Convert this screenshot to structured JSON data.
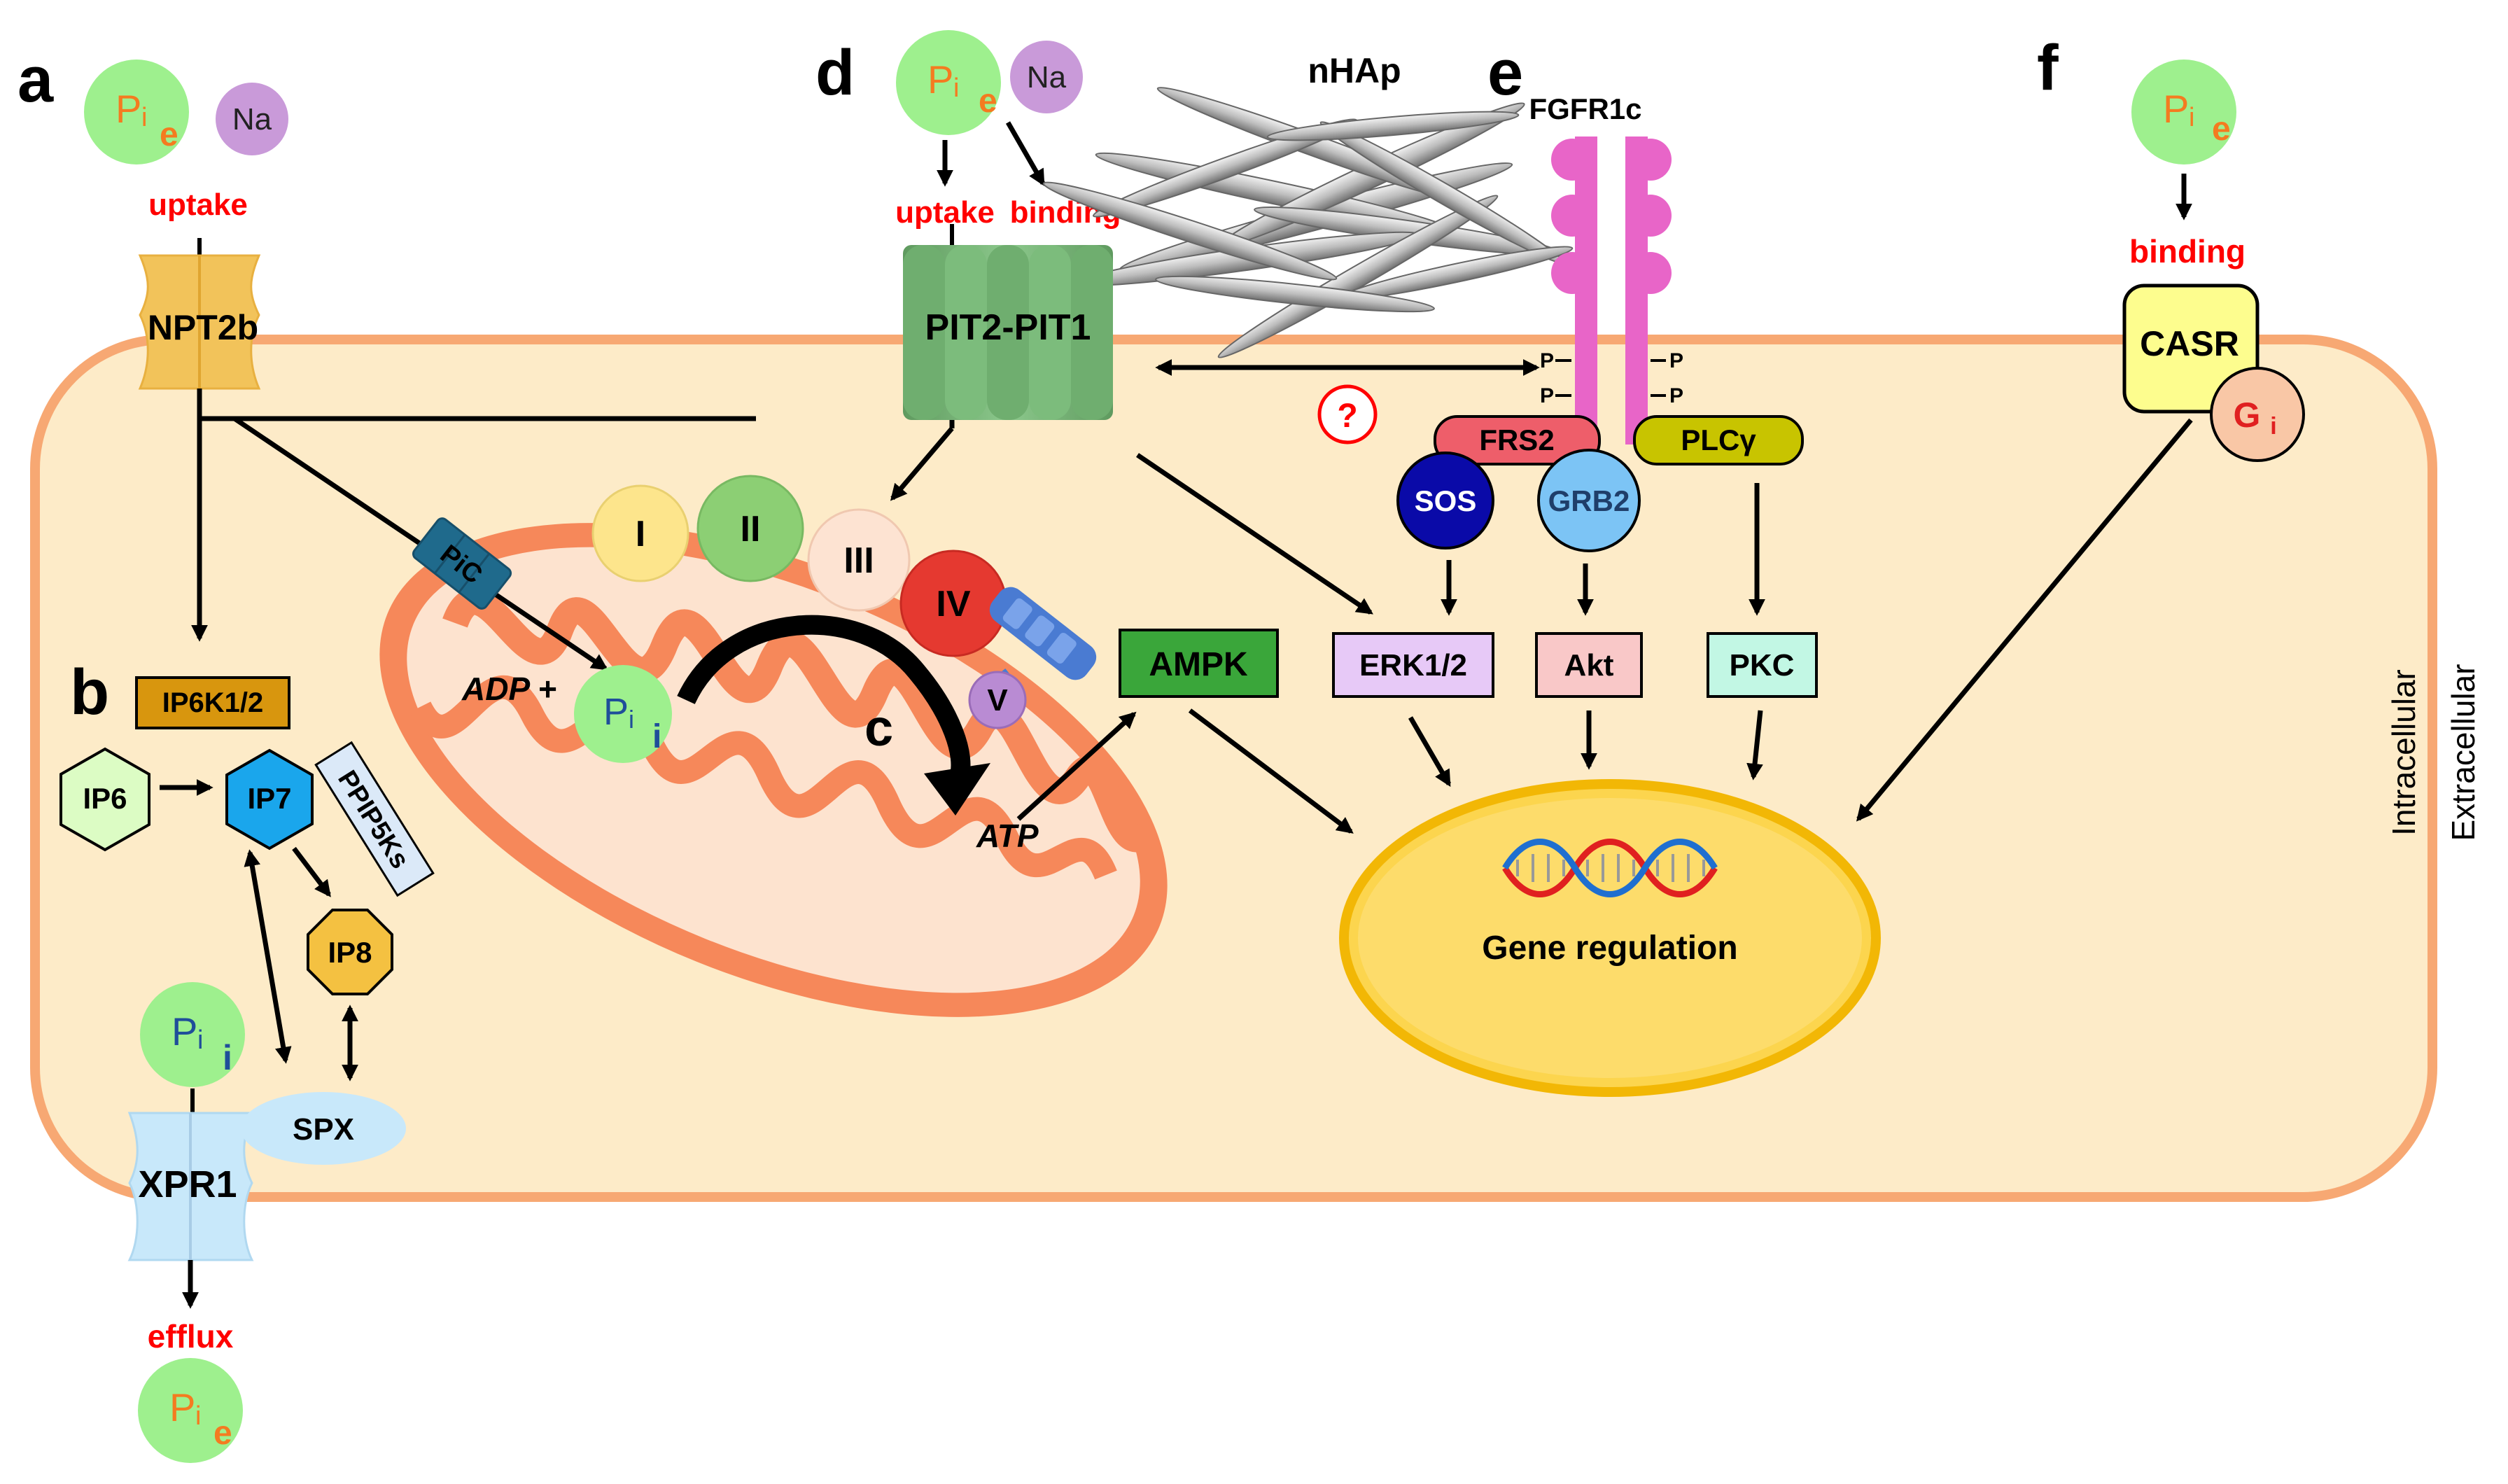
{
  "panels": {
    "a": "a",
    "b": "b",
    "c": "c",
    "d": "d",
    "e": "e",
    "f": "f"
  },
  "ions": {
    "p": "P",
    "i": "i",
    "e": "e",
    "na": "Na",
    "g": "G",
    "g_sub": "i"
  },
  "labels": {
    "uptake": "uptake",
    "binding": "binding",
    "efflux": "efflux",
    "npt2b": "NPT2b",
    "pit": "PIT2-PIT1",
    "nhap": "nHAp",
    "fgfr": "FGFR1c",
    "ip6k": "IP6K1/2",
    "ip6": "IP6",
    "ip7": "IP7",
    "ip8": "IP8",
    "ppip5ks": "PPIP5Ks",
    "spx": "SPX",
    "xpr1": "XPR1",
    "pic": "PiC",
    "adp": "ADP +",
    "atp": "ATP",
    "complex_i": "I",
    "complex_ii": "II",
    "complex_iii": "III",
    "complex_iv": "IV",
    "complex_v": "V",
    "ampk": "AMPK",
    "frs2": "FRS2",
    "plcg": "PLCγ",
    "sos": "SOS",
    "grb2": "GRB2",
    "erk": "ERK1/2",
    "akt": "Akt",
    "pkc": "PKC",
    "casr": "CASR",
    "gene": "Gene regulation",
    "question": "?",
    "phos": "P",
    "intracellular": "Intracellular",
    "extracellular": "Extracellular"
  },
  "colors": {
    "cell_fill": "#fdebc8",
    "cell_stroke": "#f7a873",
    "mito": "#f6885a",
    "nucleus": "#fcd54e",
    "pi_circle": "#9ef08e",
    "na_circle": "#c99ad9",
    "fgfr": "#e865c8",
    "label_red": "#ff0000",
    "pi_orange": "#f47b20",
    "pi_blue": "#1f4e9a"
  }
}
